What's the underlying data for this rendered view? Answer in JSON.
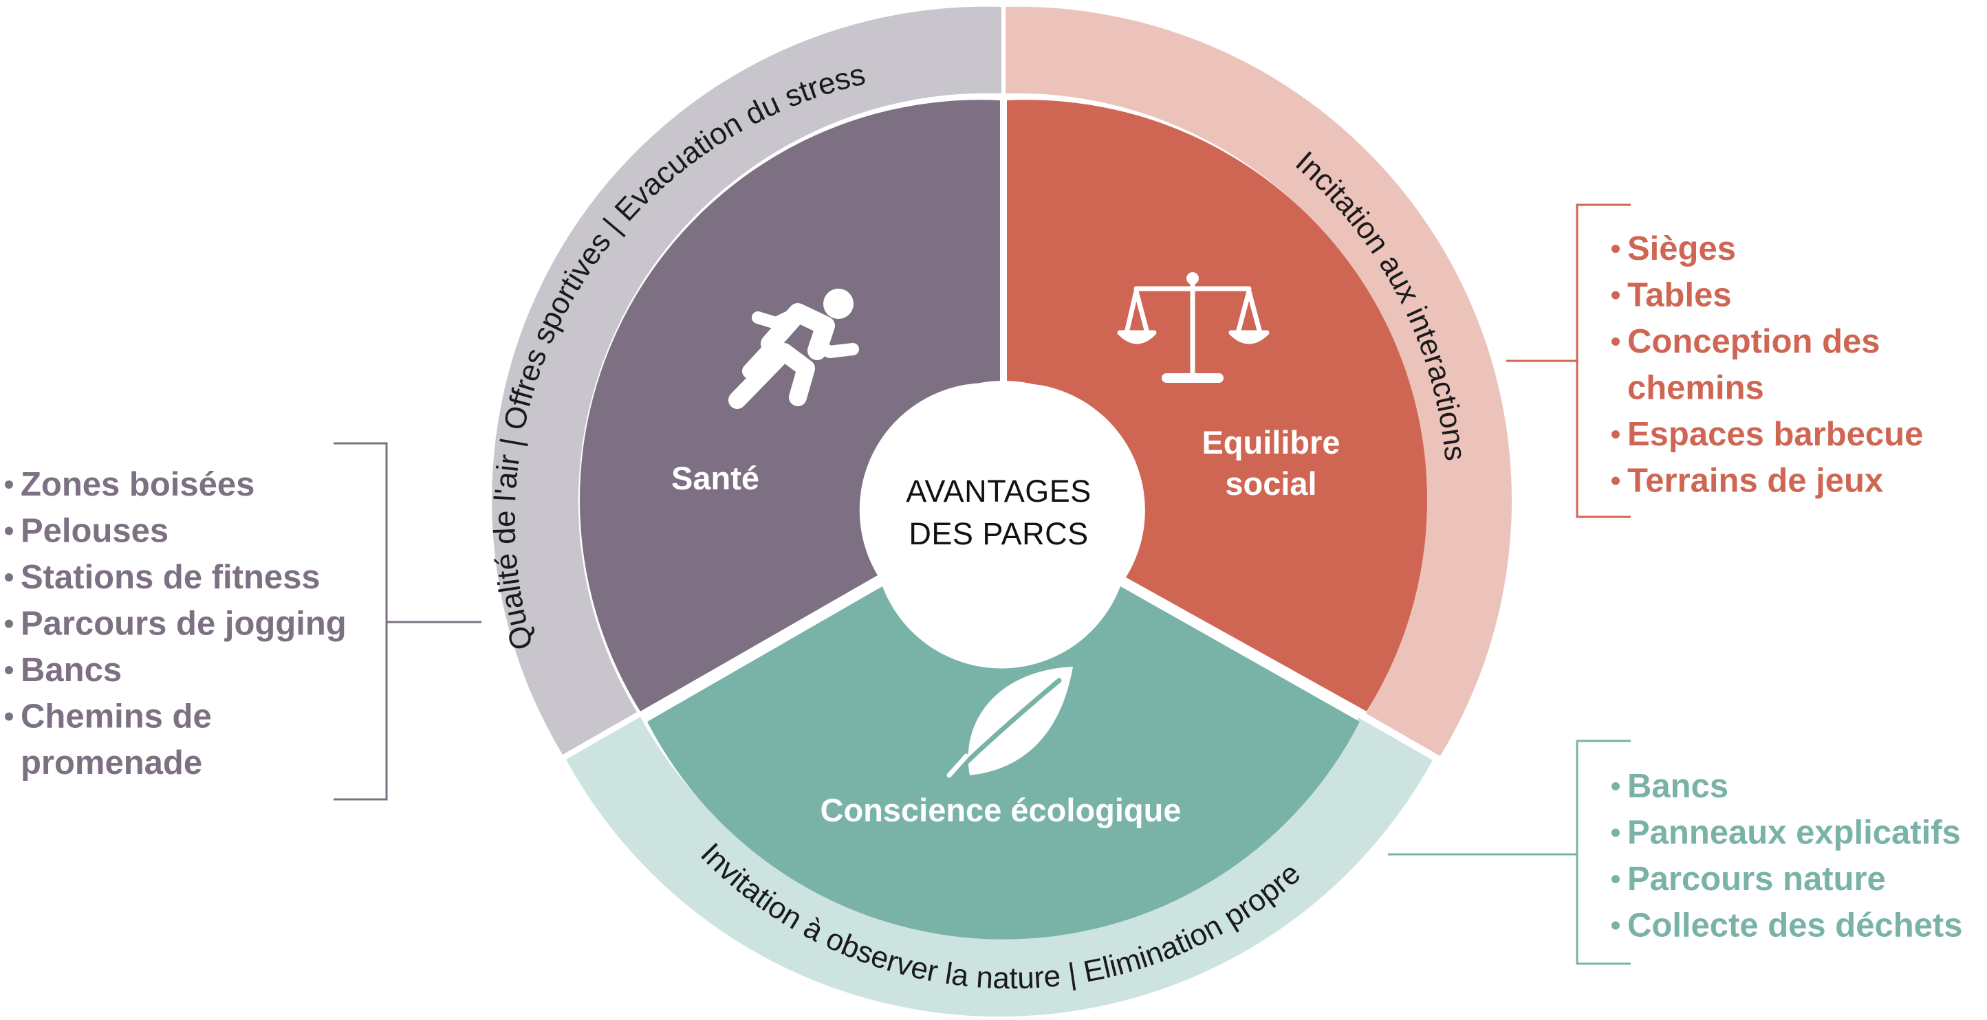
{
  "center": {
    "line1": "AVANTAGES",
    "line2": "DES PARCS"
  },
  "segments": {
    "sante": {
      "label": "Santé",
      "icon": "runner-icon",
      "color": "#7c7082",
      "ring_color": "#c9c5cc",
      "ring_text": "Qualité de l'air | Offres sportives | Evacuation du stress"
    },
    "equilibre": {
      "label_line1": "Equilibre",
      "label_line2": "social",
      "icon": "scales-icon",
      "color": "#cf6654",
      "ring_color": "#ecc3ba",
      "ring_text": "Incitation aux interactions"
    },
    "conscience": {
      "label": "Conscience écologique",
      "icon": "leaf-icon",
      "color": "#79b2a7",
      "ring_color": "#cde3df",
      "ring_text": "Invitation à observer la nature | Elimination propre"
    }
  },
  "lists": {
    "sante": {
      "color": "#7c7082",
      "lines": [
        "Zones boisées",
        "Pelouses",
        "Stations de fitness",
        "Parcours de jogging",
        "Bancs",
        "Chemins de",
        "promenade"
      ]
    },
    "equilibre": {
      "color": "#cf6654",
      "lines": [
        "Sièges",
        "Tables",
        "Conception des",
        "chemins",
        "Espaces barbecue",
        "Terrains de jeux"
      ]
    },
    "conscience": {
      "color": "#79b2a7",
      "lines": [
        "Bancs",
        "Panneaux explicatifs",
        "Parcours nature",
        "Collecte des déchets"
      ]
    }
  }
}
